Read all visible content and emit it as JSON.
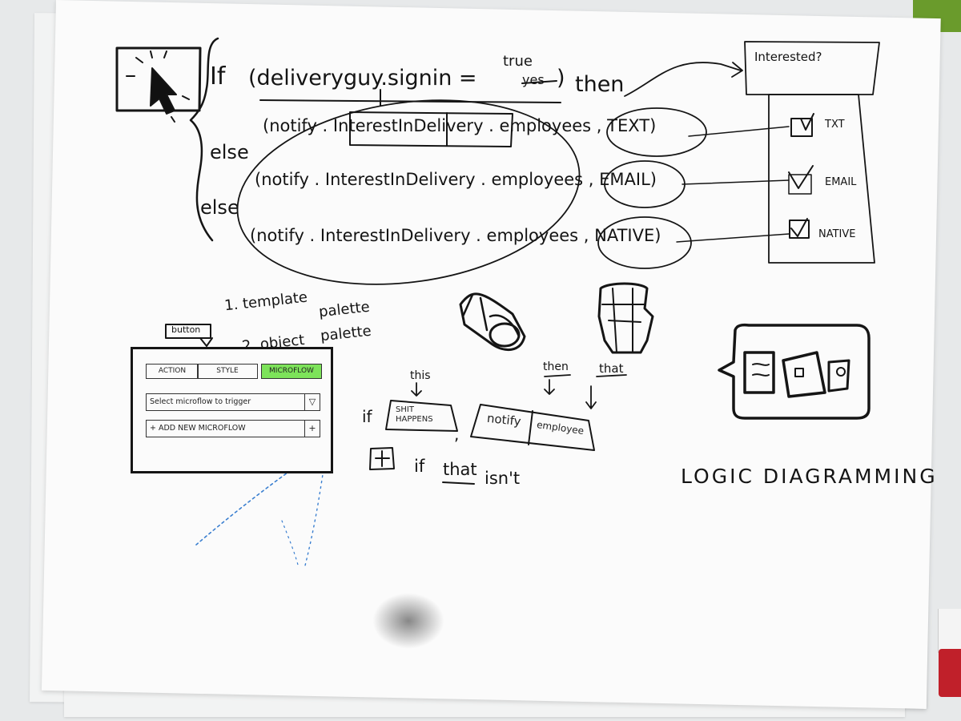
{
  "code_block": {
    "if_keyword": "If",
    "condition": "(deliveryguy.signin =",
    "condition_true": "true",
    "condition_struck": "yes",
    "condition_close": ")",
    "then_keyword": "then",
    "else_1": "else",
    "else_2": "else",
    "line_1": "(notify . InterestInDelivery . employees , TEXT)",
    "line_2": "(notify . InterestInDelivery . employees , EMAIL)",
    "line_3": "(notify . InterestInDelivery . employees , NATIVE)"
  },
  "interested_panel": {
    "title": "Interested?",
    "options": [
      "TXT",
      "EMAIL",
      "NATIVE"
    ]
  },
  "palette_notes": {
    "item_1": "1. template",
    "item_1_b": "palette",
    "item_2": "2. object",
    "item_2_b": "palette"
  },
  "mock_panel": {
    "button_tag": "button",
    "tabs": [
      "ACTION",
      "STYLE",
      "MICROFLOW"
    ],
    "select_placeholder": "Select microflow to trigger",
    "select_arrow": "▽",
    "add_label": "+ ADD NEW MICROFLOW",
    "add_plus": "+"
  },
  "logic_flow": {
    "if_word": "if",
    "this_label": "this",
    "then_label": "then",
    "that_label": "that",
    "this_box": "SHIT HAPPENS",
    "comma": ",",
    "notify_box": "notify",
    "employee_box": "employee",
    "plus_symbol": "+",
    "footer_if": "if",
    "footer_that": "that",
    "footer_isnt": "isn't"
  },
  "logic_title": "LOGIC DIAGRAMMING",
  "colors": {
    "ink": "#151515",
    "highlight_green": "#7de35a",
    "blue_ink": "#3a7fd0",
    "paper": "#fbfbfb"
  }
}
